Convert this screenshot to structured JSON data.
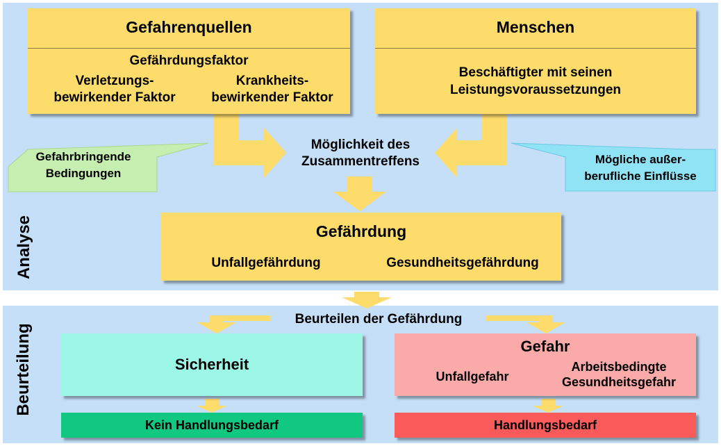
{
  "diagram": {
    "sections": {
      "analysis": "Analyse",
      "assessment": "Beurteilung"
    },
    "hazard_sources": {
      "title": "Gefahrenquellen",
      "factor": "Gefährdungsfaktor",
      "injury_factor": [
        "Verletzungs-",
        "bewirkender Faktor"
      ],
      "illness_factor": [
        "Krankheits-",
        "bewirkender Faktor"
      ]
    },
    "people": {
      "title": "Menschen",
      "text": [
        "Beschäftigter mit seinen",
        "Leistungsvoraussetzungen"
      ]
    },
    "encounter": [
      "Möglichkeit des",
      "Zusammentreffens"
    ],
    "hazardous_conditions": [
      "Gefahrbringende",
      "Bedingungen"
    ],
    "external_influences": [
      "Mögliche außer-",
      "berufliche Einflüsse"
    ],
    "endangerment": {
      "title": "Gefährdung",
      "accident": "Unfallgefährdung",
      "health": "Gesundheitsgefährdung"
    },
    "assess_label": "Beurteilen der Gefährdung",
    "safety": {
      "title": "Sicherheit",
      "result": "Kein Handlungsbedarf"
    },
    "danger": {
      "title": "Gefahr",
      "accident": "Unfallgefahr",
      "work_health": [
        "Arbeitsbedingte",
        "Gesundheitsgefahr"
      ],
      "result": "Handlungsbedarf"
    },
    "colors": {
      "panel": "#c5dff8",
      "box": "#fddc6b",
      "green_note": "#c6eeb0",
      "cyan_note": "#8fe3f5",
      "safety": "#9df7e6",
      "danger": "#fbaaaa",
      "no_action": "#10c880",
      "action": "#fb5a5a"
    }
  }
}
